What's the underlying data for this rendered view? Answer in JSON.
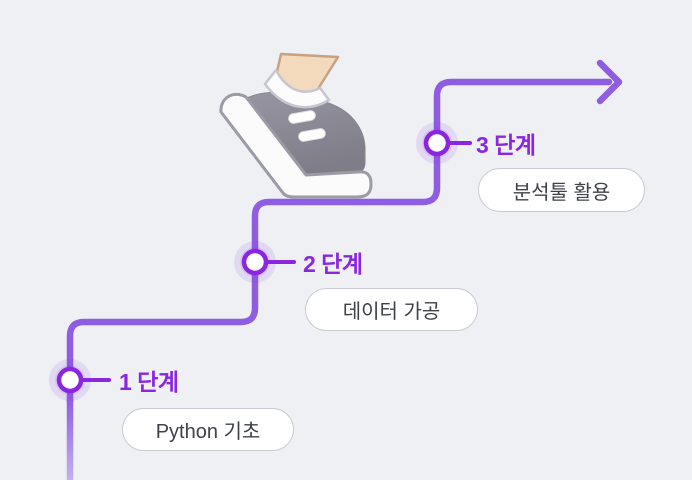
{
  "background": "#eef0f4",
  "palette": {
    "line": "#8f5ce4",
    "line_fade_end": "#c6b3ef",
    "accent": "#8a26df",
    "halo": "#8a3ce2",
    "pill_bg": "#ffffff",
    "pill_border": "#c9cad2",
    "pill_text": "#3e4149",
    "shoe_body_top": "#9796a2",
    "shoe_body_bottom": "#7e7d88",
    "shoe_sole": "#fbfbfc",
    "shoe_outline": "#9b9aa5",
    "skin": "#f3dabc",
    "skin_outline": "#c6a282"
  },
  "steps": [
    {
      "label": "1 단계",
      "topic": "Python 기초"
    },
    {
      "label": "2 단계",
      "topic": "데이터 가공"
    },
    {
      "label": "3 단계",
      "topic": "분석툴 활용"
    }
  ],
  "icons": {
    "arrow": "arrow-right-icon",
    "shoe": "walking-shoe"
  }
}
